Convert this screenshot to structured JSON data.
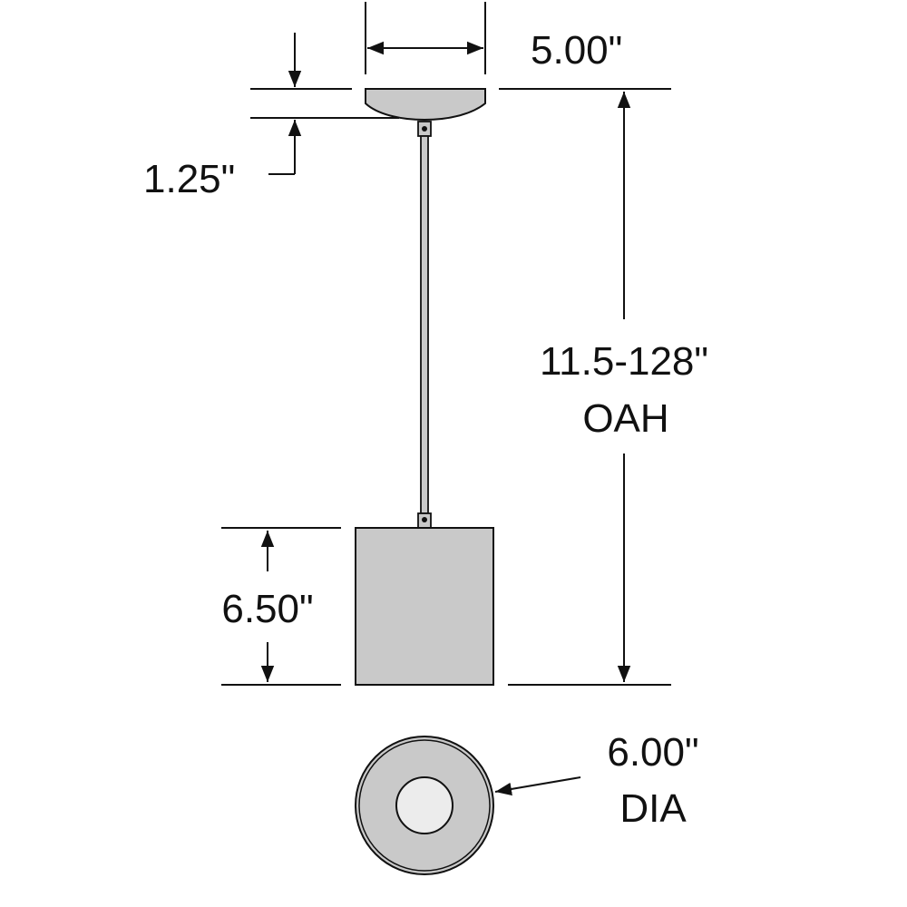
{
  "dimensions": {
    "canopy_width": "5.00\"",
    "canopy_height": "1.25\"",
    "overall_height_value": "11.5-128\"",
    "overall_height_unit": "OAH",
    "shade_height": "6.50\"",
    "diameter_value": "6.00\"",
    "diameter_unit": "DIA"
  },
  "colors": {
    "line": "#111111",
    "fixture_fill": "#c9c9c9",
    "lens_fill": "#ececec"
  }
}
